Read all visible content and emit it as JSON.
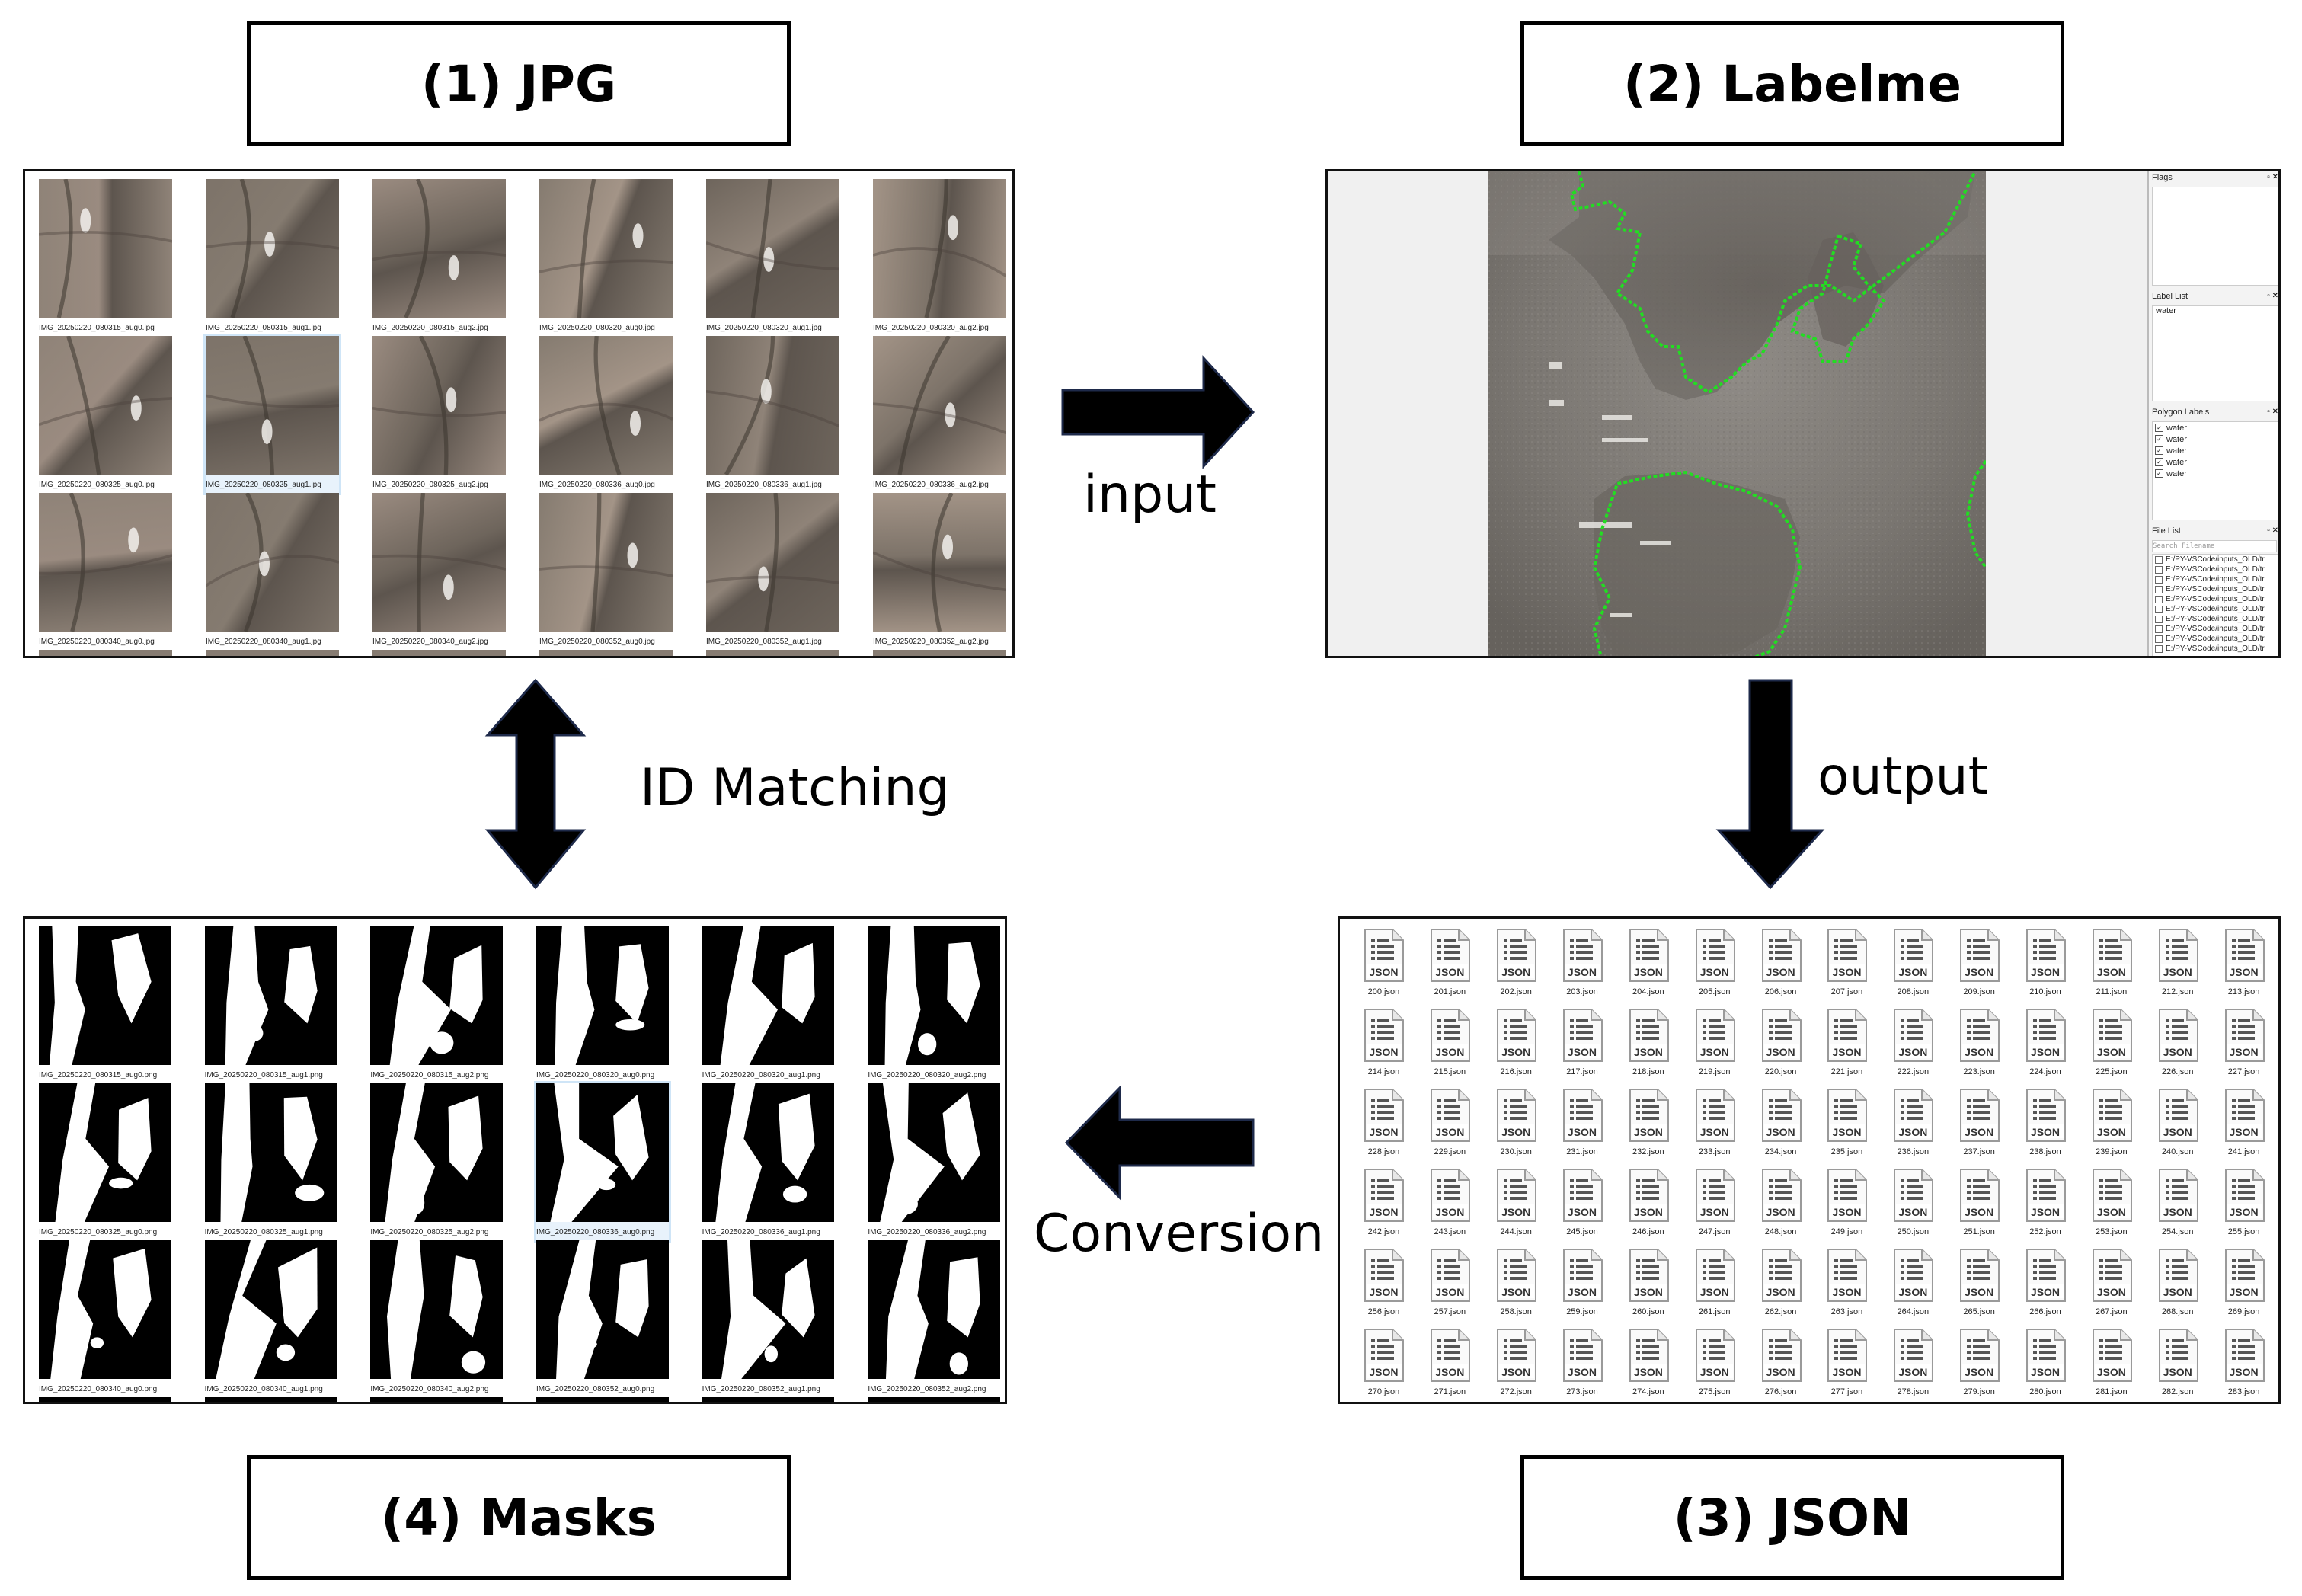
{
  "titles": {
    "jpg": "(1) JPG",
    "labelme": "(2) Labelme",
    "json": "(3) JSON",
    "masks": "(4) Masks"
  },
  "flows": {
    "input": "input",
    "output": "output",
    "conversion": "Conversion",
    "id_matching": "ID Matching"
  },
  "jpg_panel": {
    "files": [
      "IMG_20250220_080315_aug0.jpg",
      "IMG_20250220_080315_aug1.jpg",
      "IMG_20250220_080315_aug2.jpg",
      "IMG_20250220_080320_aug0.jpg",
      "IMG_20250220_080320_aug1.jpg",
      "IMG_20250220_080320_aug2.jpg",
      "IMG_20250220_080325_aug0.jpg",
      "IMG_20250220_080325_aug1.jpg",
      "IMG_20250220_080325_aug2.jpg",
      "IMG_20250220_080336_aug0.jpg",
      "IMG_20250220_080336_aug1.jpg",
      "IMG_20250220_080336_aug2.jpg",
      "IMG_20250220_080340_aug0.jpg",
      "IMG_20250220_080340_aug1.jpg",
      "IMG_20250220_080340_aug2.jpg",
      "IMG_20250220_080352_aug0.jpg",
      "IMG_20250220_080352_aug1.jpg",
      "IMG_20250220_080352_aug2.jpg"
    ],
    "selected_index": 7
  },
  "labelme_panel": {
    "flags_title": "Flags",
    "label_list_title": "Label List",
    "label_list_items": [
      "water"
    ],
    "polygon_labels_title": "Polygon Labels",
    "polygon_labels": [
      "water",
      "water",
      "water",
      "water",
      "water"
    ],
    "file_list_title": "File List",
    "search_placeholder": "Search Filename",
    "file_list_items": [
      "E:/PY-VSCode/inputs_OLD/tr",
      "E:/PY-VSCode/inputs_OLD/tr",
      "E:/PY-VSCode/inputs_OLD/tr",
      "E:/PY-VSCode/inputs_OLD/tr",
      "E:/PY-VSCode/inputs_OLD/tr",
      "E:/PY-VSCode/inputs_OLD/tr",
      "E:/PY-VSCode/inputs_OLD/tr",
      "E:/PY-VSCode/inputs_OLD/tr",
      "E:/PY-VSCode/inputs_OLD/tr",
      "E:/PY-VSCode/inputs_OLD/tr"
    ],
    "polygon_color": "#22dd22"
  },
  "json_panel": {
    "icon_text": "JSON",
    "files": [
      "200.json",
      "201.json",
      "202.json",
      "203.json",
      "204.json",
      "205.json",
      "206.json",
      "207.json",
      "208.json",
      "209.json",
      "210.json",
      "211.json",
      "212.json",
      "213.json",
      "214.json",
      "215.json",
      "216.json",
      "217.json",
      "218.json",
      "219.json",
      "220.json",
      "221.json",
      "222.json",
      "223.json",
      "224.json",
      "225.json",
      "226.json",
      "227.json",
      "228.json",
      "229.json",
      "230.json",
      "231.json",
      "232.json",
      "233.json",
      "234.json",
      "235.json",
      "236.json",
      "237.json",
      "238.json",
      "239.json",
      "240.json",
      "241.json",
      "242.json",
      "243.json",
      "244.json",
      "245.json",
      "246.json",
      "247.json",
      "248.json",
      "249.json",
      "250.json",
      "251.json",
      "252.json",
      "253.json",
      "254.json",
      "255.json",
      "256.json",
      "257.json",
      "258.json",
      "259.json",
      "260.json",
      "261.json",
      "262.json",
      "263.json",
      "264.json",
      "265.json",
      "266.json",
      "267.json",
      "268.json",
      "269.json",
      "270.json",
      "271.json",
      "272.json",
      "273.json",
      "274.json",
      "275.json",
      "276.json",
      "277.json",
      "278.json",
      "279.json",
      "280.json",
      "281.json",
      "282.json",
      "283.json"
    ]
  },
  "masks_panel": {
    "files": [
      "IMG_20250220_080315_aug0.png",
      "IMG_20250220_080315_aug1.png",
      "IMG_20250220_080315_aug2.png",
      "IMG_20250220_080320_aug0.png",
      "IMG_20250220_080320_aug1.png",
      "IMG_20250220_080320_aug2.png",
      "IMG_20250220_080325_aug0.png",
      "IMG_20250220_080325_aug1.png",
      "IMG_20250220_080325_aug2.png",
      "IMG_20250220_080336_aug0.png",
      "IMG_20250220_080336_aug1.png",
      "IMG_20250220_080336_aug2.png",
      "IMG_20250220_080340_aug0.png",
      "IMG_20250220_080340_aug1.png",
      "IMG_20250220_080340_aug2.png",
      "IMG_20250220_080352_aug0.png",
      "IMG_20250220_080352_aug1.png",
      "IMG_20250220_080352_aug2.png"
    ],
    "selected_index": 9
  }
}
